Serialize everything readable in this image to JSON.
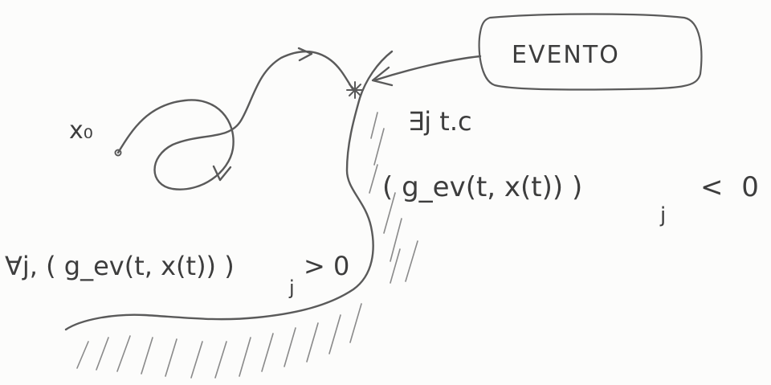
{
  "diagram": {
    "start_label": "x₀",
    "event_box_label": "EVENTO",
    "exists_label": "∃j t.c",
    "event_condition": {
      "expression": "( g_ev(t, x(t)) )",
      "subscript": "j",
      "relation": "< 0"
    },
    "forall_condition": {
      "expression": "∀j, ( g_ev(t, x(t)) )",
      "subscript": "j",
      "relation": "> 0"
    },
    "colors": {
      "ink": "#5a5a5a",
      "text": "#3d3d3d",
      "hatch": "#8a8a8a",
      "paper": "#fcfcfb"
    }
  }
}
